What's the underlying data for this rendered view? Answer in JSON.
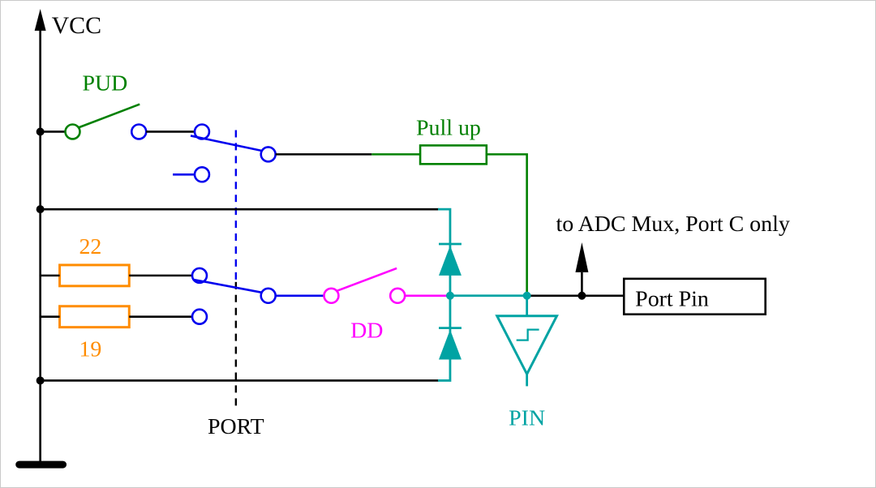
{
  "diagram": {
    "labels": {
      "vcc": "VCC",
      "pud": "PUD",
      "pull_up": "Pull up",
      "r22": "22",
      "r19": "19",
      "dd": "DD",
      "port": "PORT",
      "adc_note": "to ADC Mux, Port C only",
      "port_pin": "Port Pin",
      "pin": "PIN"
    },
    "colors": {
      "black": "#000000",
      "green": "#008000",
      "blue": "#0000ee",
      "orange": "#ff8c00",
      "magenta": "#ff00ff",
      "teal": "#00a3a3",
      "background": "#ffffff",
      "border": "#c9c9c9"
    }
  }
}
